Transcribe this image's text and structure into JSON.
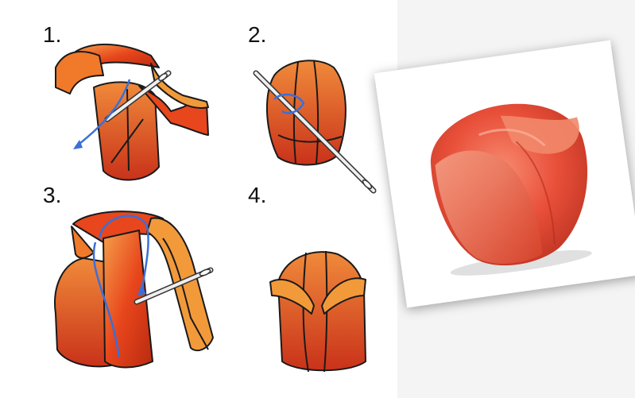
{
  "steps": [
    {
      "label": "1."
    },
    {
      "label": "2."
    },
    {
      "label": "3."
    },
    {
      "label": "4."
    }
  ],
  "colors": {
    "ribbon": "#e8461c",
    "ribbon_dark": "#b22a10",
    "ribbon_light": "#f29a3a",
    "thread": "#3b6fd8",
    "needle": "#e6e6e6"
  },
  "icons": {
    "step1": "ribbon-needle-icon",
    "step2": "needle-bud-icon",
    "step3": "ribbon-wrap-icon",
    "step4": "tulip-bud-icon",
    "photo": "ribbon-rose-photo-icon"
  }
}
